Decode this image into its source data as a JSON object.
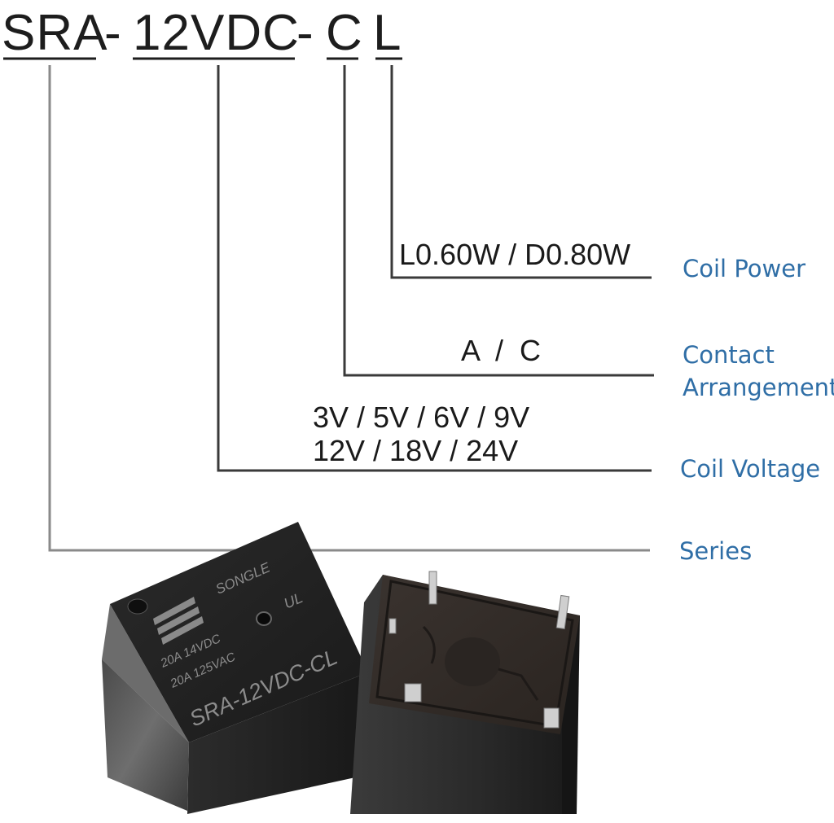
{
  "model_code": {
    "segments": [
      "SRA",
      "-",
      "12VDC",
      "-",
      "C",
      "L"
    ]
  },
  "fields": [
    {
      "id": "coil-power",
      "label": "Coil Power",
      "values": [
        "L0.60W / D0.80W"
      ]
    },
    {
      "id": "contact-arrangement",
      "label": "Contact Arrangement",
      "label_lines": [
        "Contact",
        "Arrangement"
      ],
      "values": [
        "A  /  C"
      ]
    },
    {
      "id": "coil-voltage",
      "label": "Coil Voltage",
      "values": [
        "3V / 5V / 6V / 9V",
        "12V / 18V / 24V"
      ]
    },
    {
      "id": "series",
      "label": "Series",
      "values": []
    }
  ],
  "photo": {
    "relay_left": {
      "brand": "SONGLE",
      "rating_lines": [
        "20A  14VDC",
        "20A  125VAC"
      ],
      "model": "SRA-12VDC-CL",
      "cert_mark": "UL"
    }
  },
  "colors": {
    "label": "#2f6ea6",
    "line": "#555555",
    "text": "#1a1a1a"
  }
}
